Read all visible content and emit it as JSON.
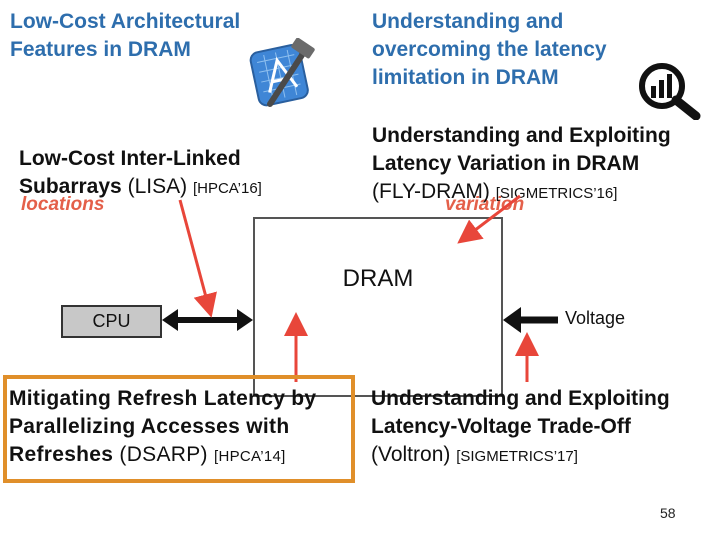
{
  "top_left": {
    "line1": "Low-Cost Architectural",
    "line2": "Features in DRAM"
  },
  "top_right": {
    "line1": "Understanding and",
    "line2": "overcoming the latency",
    "line3": "limitation in DRAM"
  },
  "lisa": {
    "line1": "Low-Cost Inter-Linked",
    "line2": "Subarrays",
    "abbr": "(LISA)",
    "tag": "[HPCA’16]"
  },
  "fly": {
    "line1": "Understanding and Exploiting",
    "line2": "Latency Variation in DRAM",
    "abbr": "(FLY-DRAM)",
    "tag": "[SIGMETRICS’16]"
  },
  "ghost": {
    "left": "locations",
    "right": "variation"
  },
  "dram": {
    "label": "DRAM"
  },
  "cpu": {
    "label": "CPU"
  },
  "voltage": {
    "label": "Voltage"
  },
  "dsarp": {
    "line1": "Mitigating Refresh Latency by",
    "line2": "Parallelizing Accesses with",
    "line3": "Refreshes",
    "abbr": "(DSARP)",
    "tag": "[HPCA’14]"
  },
  "voltron": {
    "line1": "Understanding and Exploiting",
    "line2": "Latency-Voltage Trade-Off",
    "abbr": "(Voltron)",
    "tag": "[SIGMETRICS’17]"
  },
  "page_number": "58",
  "icons": {
    "xcode": "hammer-blueprint-icon",
    "magnifier": "magnifier-chart-icon"
  },
  "colors": {
    "title_blue": "#2e6ead",
    "arrow_red": "#e8463a",
    "frame_orange": "#e08f2a",
    "cpu_gray": "#c8c8c8"
  }
}
